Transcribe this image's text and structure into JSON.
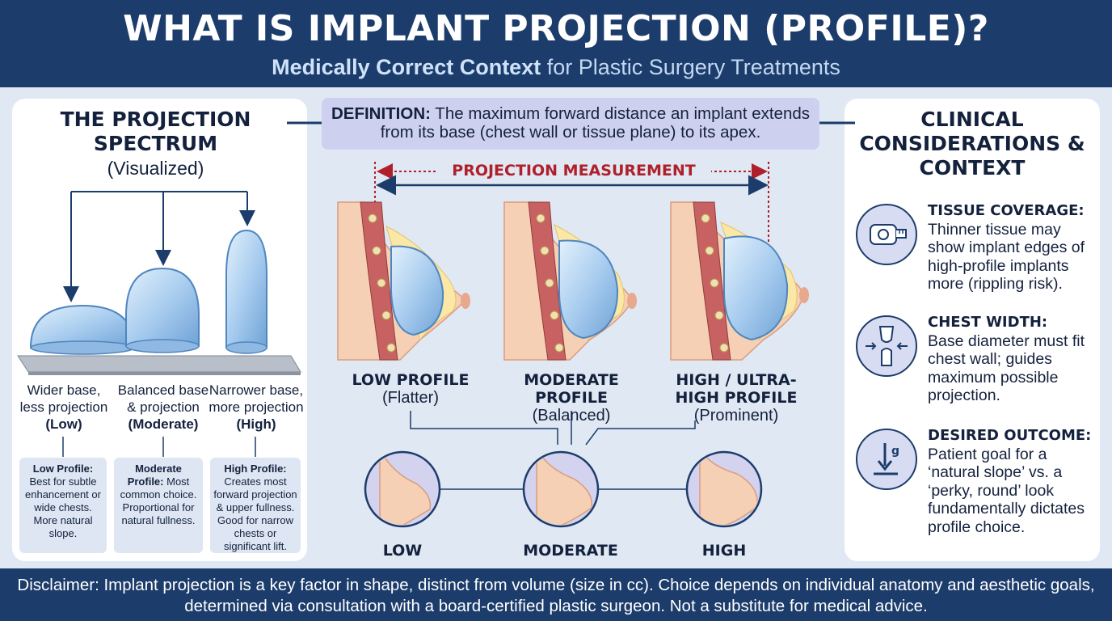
{
  "header": {
    "title": "WHAT IS IMPLANT PROJECTION (PROFILE)?",
    "subtitle_bold": "Medically Correct Context",
    "subtitle_rest": " for Plastic Surgery Treatments"
  },
  "spectrum": {
    "title": "THE PROJECTION SPECTRUM",
    "subtitle": "(Visualized)",
    "columns": [
      {
        "line1": "Wider base,",
        "line2": "less projection",
        "tag": "(Low)",
        "note_title": "Low Profile:",
        "note_text": " Best for subtle enhancement or wide chests. More natural slope."
      },
      {
        "line1": "Balanced base",
        "line2": "& projection",
        "tag": "(Moderate)",
        "note_title": "Moderate Profile:",
        "note_text": " Most common choice. Proportional for natural fullness."
      },
      {
        "line1": "Narrower base,",
        "line2": "more projection",
        "tag": "(High)",
        "note_title": "High Profile:",
        "note_text": " Creates most forward projection & upper fullness. Good for narrow chests or significant lift."
      }
    ]
  },
  "definition": {
    "label": "DEFINITION:",
    "text": " The maximum forward distance an implant extends from its base (chest wall or tissue plane) to its apex."
  },
  "measurement": {
    "label": "PROJECTION MEASUREMENT"
  },
  "profiles": [
    {
      "title": "LOW PROFILE",
      "sub": "(Flatter)",
      "bottom": "LOW"
    },
    {
      "title": "MODERATE PROFILE",
      "sub": "(Balanced)",
      "bottom": "MODERATE"
    },
    {
      "title": "HIGH / ULTRA-HIGH PROFILE",
      "sub": "(Prominent)",
      "bottom": "HIGH"
    }
  ],
  "clinical": {
    "title": "CLINICAL CONSIDERATIONS & CONTEXT",
    "items": [
      {
        "title": "TISSUE COVERAGE:",
        "text": "Thinner tissue may show implant edges of high-profile implants more (rippling risk).",
        "icon": "tape-measure-icon"
      },
      {
        "title": "CHEST WIDTH:",
        "text": "Base diameter must fit chest wall; guides maximum possible projection.",
        "icon": "joint-icon"
      },
      {
        "title": "DESIRED OUTCOME:",
        "text": "Patient goal for a ‘natural slope’ vs. a ‘perky, round’ look fundamentally dictates profile choice.",
        "icon": "weight-down-icon"
      }
    ]
  },
  "disclaimer": "Disclaimer: Implant projection is a key factor in shape, distinct from volume (size in cc). Choice depends on individual anatomy and aesthetic goals, determined via consultation with a board-certified plastic surgeon. Not a substitute for medical advice.",
  "colors": {
    "navy": "#1c3c6b",
    "background": "#dfe8f3",
    "definition_box": "#cdd1ef",
    "measurement_red": "#b0202a",
    "implant_blue": "#9fc6ec",
    "skin": "#f6d0b4"
  }
}
